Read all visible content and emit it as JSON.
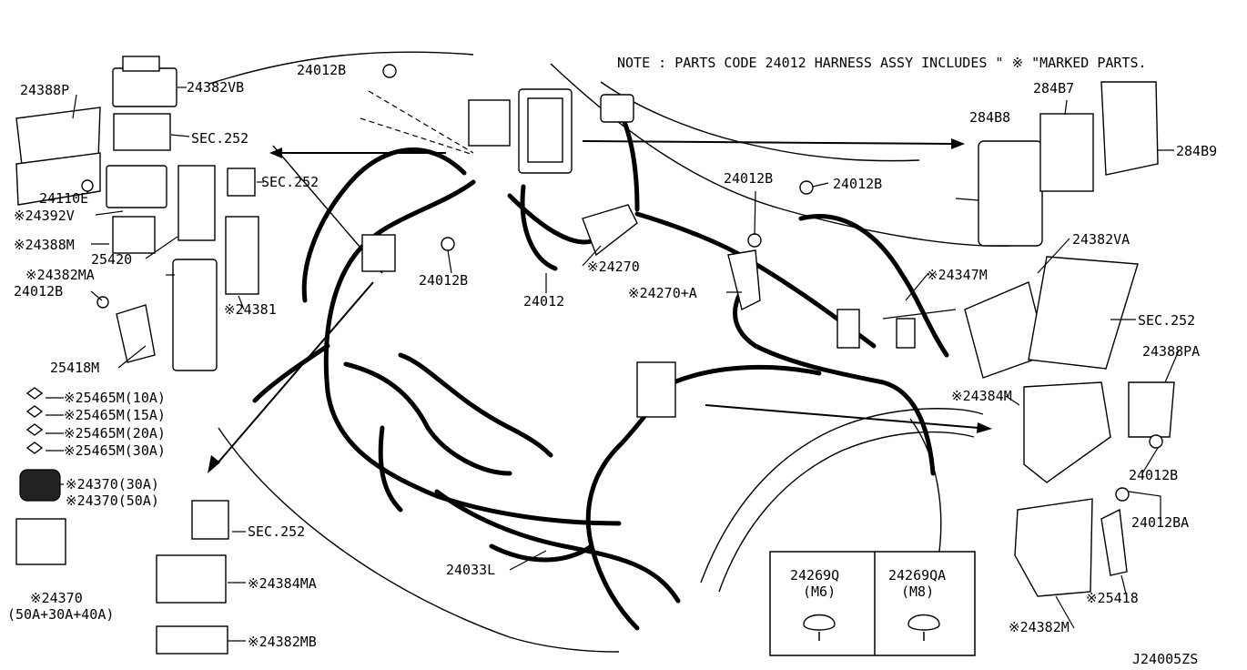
{
  "note": "NOTE : PARTS CODE 24012 HARNESS ASSY INCLUDES \" ※ \"MARKED PARTS.",
  "diagram_code": "J24005ZS",
  "labels": {
    "p24388P": "24388P",
    "p24382VB": "24382VB",
    "sec252_a": "SEC.252",
    "sec252_b": "SEC.252",
    "p24110E": "24110E",
    "p24392V": "※24392V",
    "p24388M": "※24388M",
    "p25420": "25420",
    "p24382MA": "※24382MA",
    "p24012B_left": "24012B",
    "p24381": "※24381",
    "p25418M": "25418M",
    "fuse_10a": "※25465M(10A)",
    "fuse_15a": "※25465M(15A)",
    "fuse_20a": "※25465M(20A)",
    "fuse_30a": "※25465M(30A)",
    "relay_30a": "※24370(30A)",
    "relay_50a": "※24370(50A)",
    "p24370": "※24370",
    "p24370_sub": "(50A+30A+40A)",
    "sec252_c": "SEC.252",
    "p24384MA": "※24384MA",
    "p24382MB": "※24382MB",
    "p24012B_top": "24012B",
    "p24012B_mid": "24012B",
    "p24012": "24012",
    "p24270": "※24270",
    "p24270A": "※24270+A",
    "p24012B_r1": "24012B",
    "p24012B_r2": "24012B",
    "p24033L": "24033L",
    "p284B8": "284B8",
    "p284B7": "284B7",
    "p284B9": "284B9",
    "p24382VA": "24382VA",
    "p24347M": "※24347M",
    "sec252_d": "SEC.252",
    "p24388PA": "24388PA",
    "p24384M": "※24384M",
    "p24012B_r3": "24012B",
    "p24012BA": "24012BA",
    "p25418": "※25418",
    "p24382M": "※24382M"
  },
  "inset": {
    "left_code": "24269Q",
    "left_size": "(M6)",
    "right_code": "24269QA",
    "right_size": "(M8)"
  }
}
